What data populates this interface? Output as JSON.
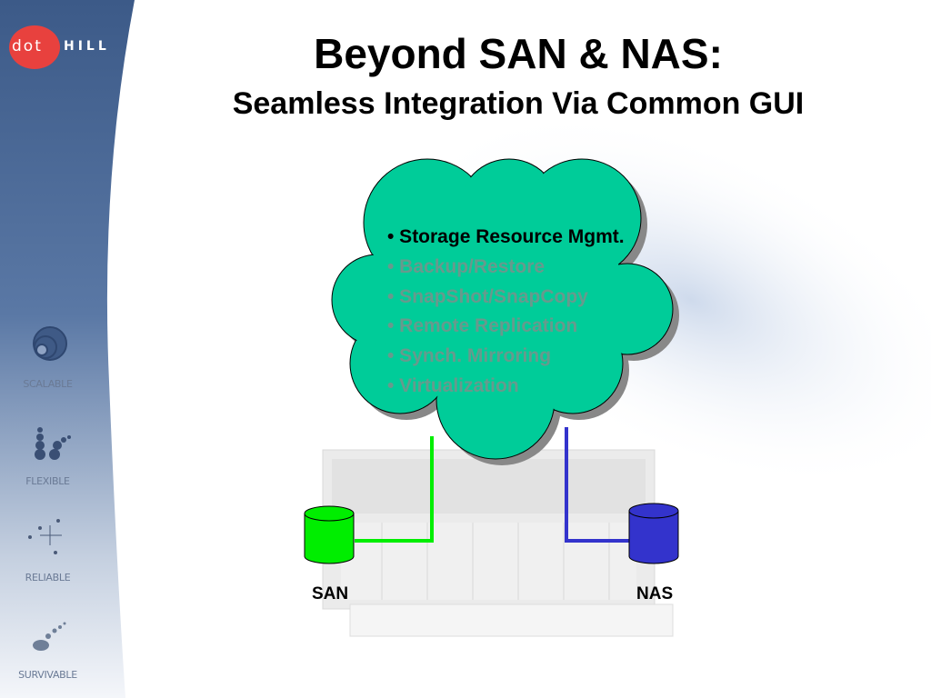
{
  "logo": {
    "part1": "dot",
    "part2": "HILL"
  },
  "sidebar": {
    "items": [
      {
        "label": "SCALABLE",
        "icon": "rings-icon"
      },
      {
        "label": "FLEXIBLE",
        "icon": "stacked-spheres-icon"
      },
      {
        "label": "RELIABLE",
        "icon": "sparkle-icon"
      },
      {
        "label": "SURVIVABLE",
        "icon": "comet-icon"
      }
    ]
  },
  "title": "Beyond SAN & NAS:",
  "subtitle": "Seamless Integration Via Common GUI",
  "cloud": {
    "color": "#00cc99",
    "items": [
      {
        "text": "• Storage Resource Mgmt.",
        "highlighted": true
      },
      {
        "text": "• Backup/Restore",
        "highlighted": false
      },
      {
        "text": "• SnapShot/SnapCopy",
        "highlighted": false
      },
      {
        "text": "• Remote Replication",
        "highlighted": false
      },
      {
        "text": "• Synch. Mirroring",
        "highlighted": false
      },
      {
        "text": "• Virtualization",
        "highlighted": false
      }
    ]
  },
  "san": {
    "label": "SAN",
    "color": "#00ee00"
  },
  "nas": {
    "label": "NAS",
    "color": "#3333cc"
  }
}
